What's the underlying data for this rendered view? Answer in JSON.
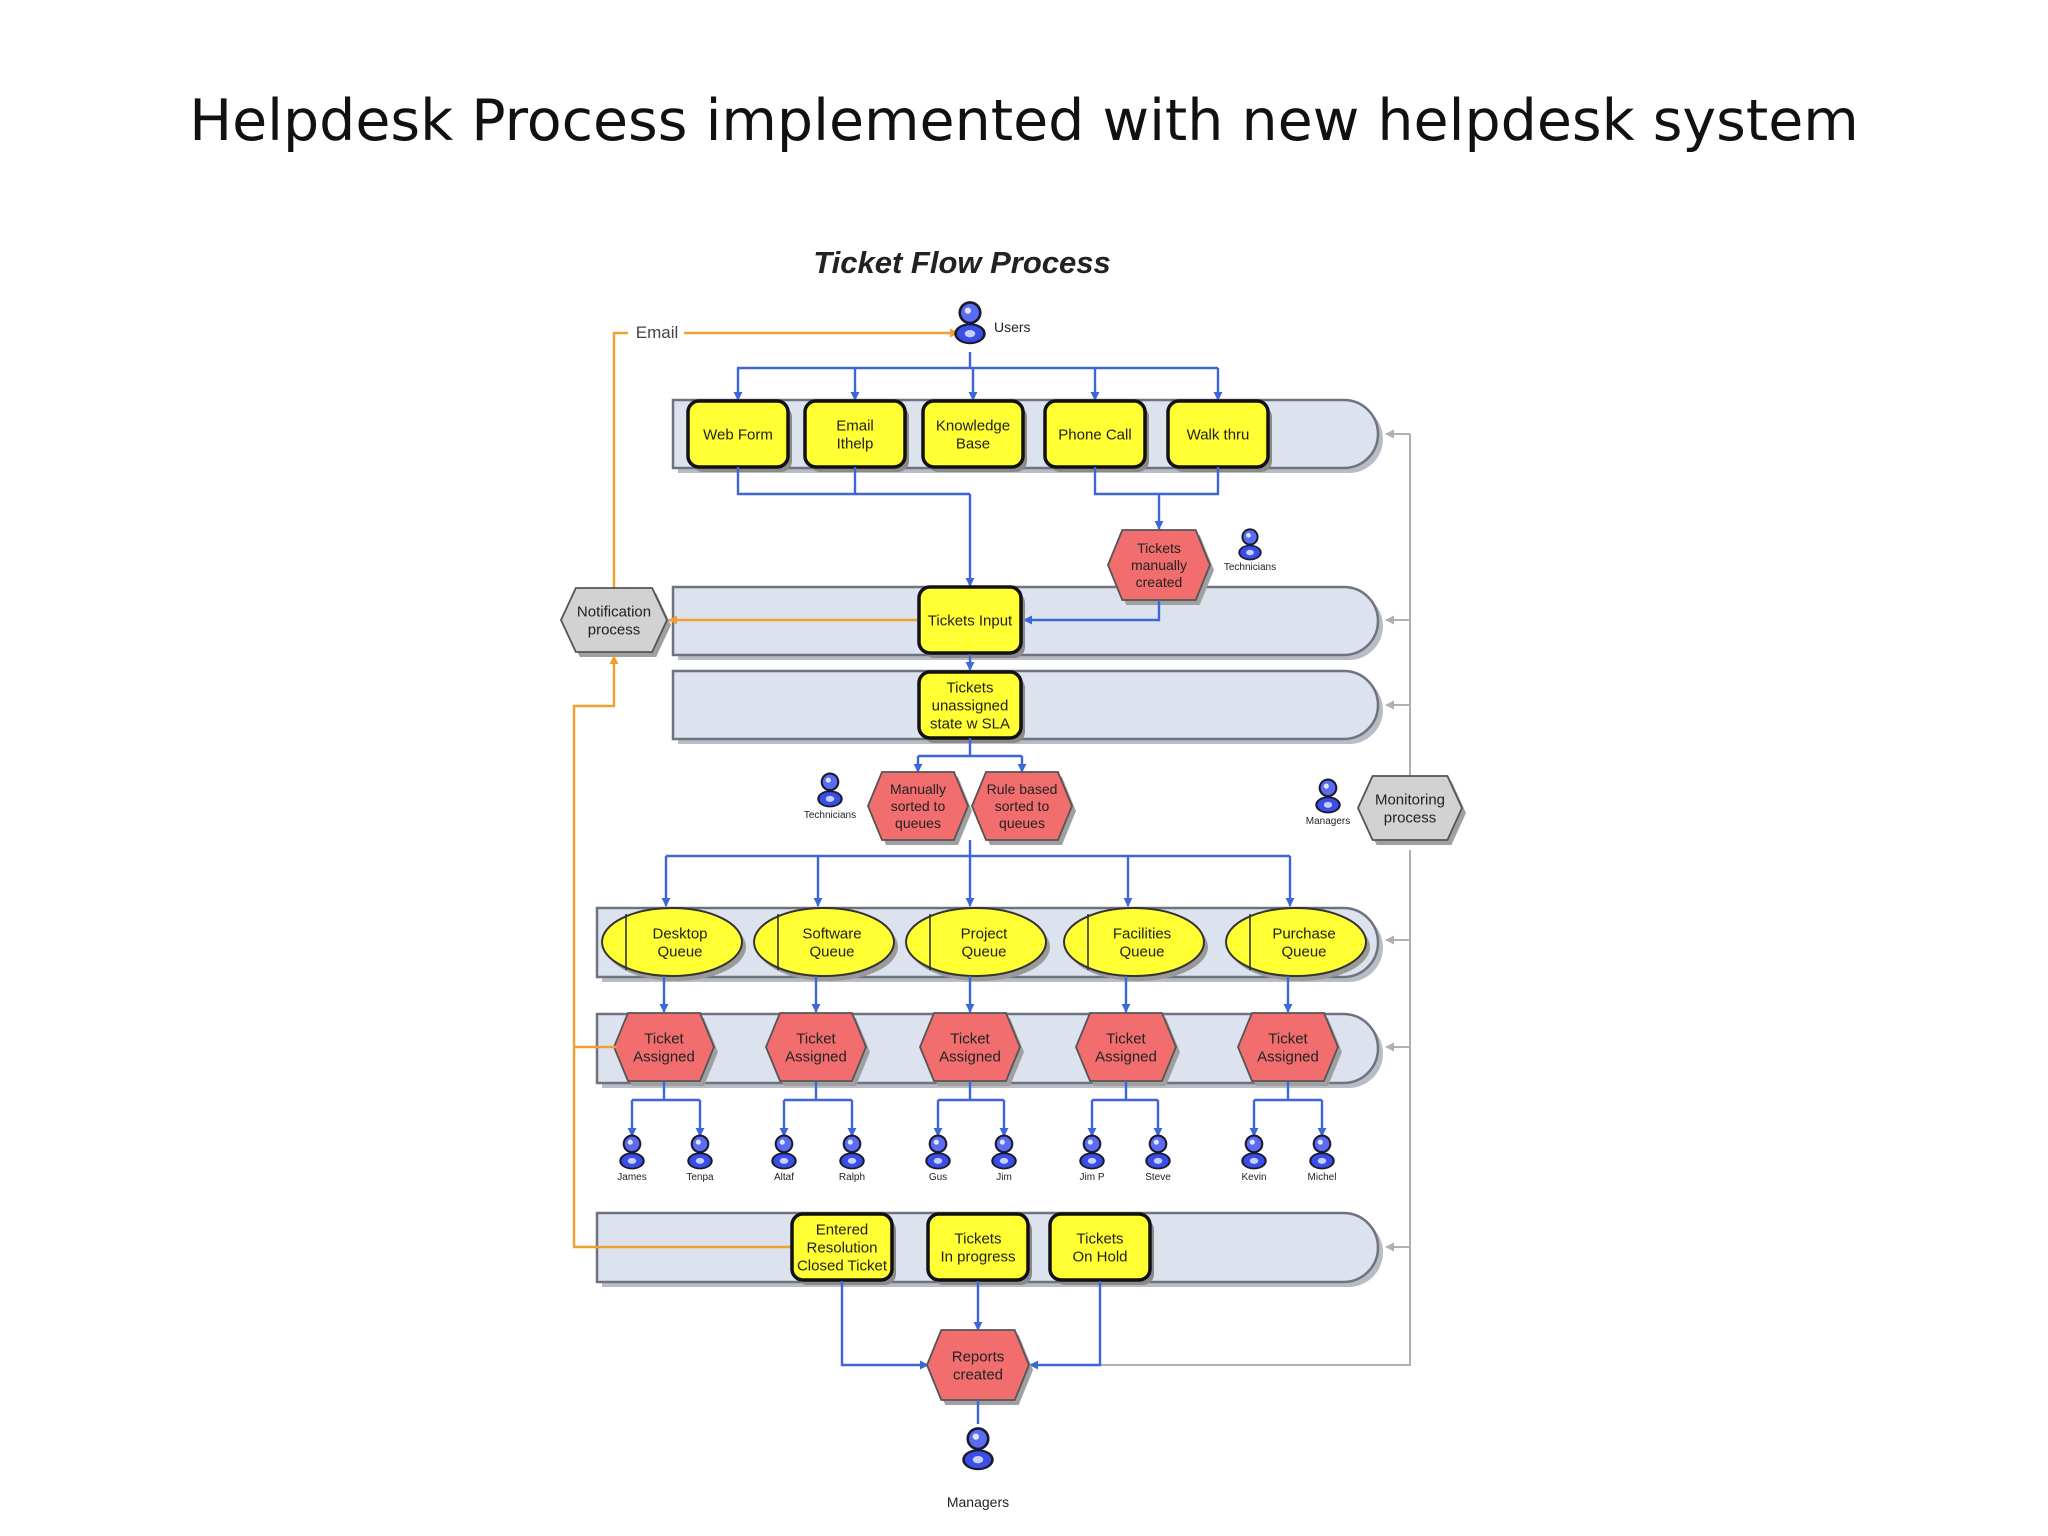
{
  "slide": {
    "title": "Helpdesk Process implemented with new helpdesk system"
  },
  "diagram": {
    "title": "Ticket Flow Process",
    "colors": {
      "flow": "#3d66d6",
      "notify": "#f0a030",
      "monitor": "#b0b0b0",
      "yellow": "#ffff33",
      "red": "#f26e6e",
      "gray": "#d2d2d2",
      "lane": "#dde2ef"
    },
    "actors": {
      "users": "Users",
      "technicians_top": "Technicians",
      "technicians_mid": "Technicians",
      "managers_side": "Managers",
      "managers_bottom": "Managers"
    },
    "email_label": "Email",
    "intake": [
      {
        "id": "web-form",
        "lines": [
          "Web Form"
        ]
      },
      {
        "id": "email-ithelp",
        "lines": [
          "Email",
          "Ithelp"
        ]
      },
      {
        "id": "knowledge-base",
        "lines": [
          "Knowledge",
          "Base"
        ]
      },
      {
        "id": "phone-call",
        "lines": [
          "Phone Call"
        ]
      },
      {
        "id": "walk-thru",
        "lines": [
          "Walk thru"
        ]
      }
    ],
    "tickets_manually_created": [
      "Tickets",
      "manually",
      "created"
    ],
    "notification_process": [
      "Notification",
      "process"
    ],
    "monitoring_process": [
      "Monitoring",
      "process"
    ],
    "tickets_input": [
      "Tickets Input"
    ],
    "tickets_unassigned": [
      "Tickets",
      "unassigned",
      "state w SLA"
    ],
    "sorting": [
      {
        "id": "manually-sorted",
        "lines": [
          "Manually",
          "sorted to",
          "queues"
        ]
      },
      {
        "id": "rule-based-sorted",
        "lines": [
          "Rule based",
          "sorted to",
          "queues"
        ]
      }
    ],
    "queues": [
      {
        "id": "desktop",
        "lines": [
          "Desktop",
          "Queue"
        ]
      },
      {
        "id": "software",
        "lines": [
          "Software",
          "Queue"
        ]
      },
      {
        "id": "project",
        "lines": [
          "Project",
          "Queue"
        ]
      },
      {
        "id": "facilities",
        "lines": [
          "Facilities",
          "Queue"
        ]
      },
      {
        "id": "purchase",
        "lines": [
          "Purchase",
          "Queue"
        ]
      }
    ],
    "ticket_assigned": [
      "Ticket",
      "Assigned"
    ],
    "technicians": [
      [
        "James",
        "Tenpa"
      ],
      [
        "Altaf",
        "Ralph"
      ],
      [
        "Gus",
        "Jim"
      ],
      [
        "Jim P",
        "Steve"
      ],
      [
        "Kevin",
        "Michel"
      ]
    ],
    "status": [
      {
        "id": "entered-resolution",
        "lines": [
          "Entered",
          "Resolution",
          "Closed Ticket"
        ]
      },
      {
        "id": "in-progress",
        "lines": [
          "Tickets",
          "In progress"
        ]
      },
      {
        "id": "on-hold",
        "lines": [
          "Tickets",
          "On Hold"
        ]
      }
    ],
    "reports_created": [
      "Reports",
      "created"
    ]
  }
}
